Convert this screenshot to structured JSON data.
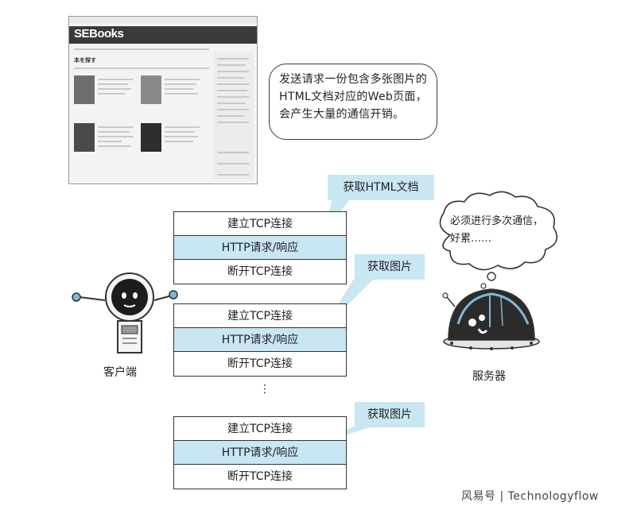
{
  "screenshot": {
    "brand": "SEBooks",
    "heading": "本を探す"
  },
  "bubble_text": "发送请求一份包含多张图片的HTML文档对应的Web页面，会产生大量的通信开销。",
  "stacks": [
    {
      "callout": "获取HTML文档",
      "rows": [
        "建立TCP连接",
        "HTTP请求/响应",
        "断开TCP连接"
      ]
    },
    {
      "callout": "获取图片",
      "rows": [
        "建立TCP连接",
        "HTTP请求/响应",
        "断开TCP连接"
      ]
    },
    {
      "callout": "获取图片",
      "rows": [
        "建立TCP连接",
        "HTTP请求/响应",
        "断开TCP连接"
      ]
    }
  ],
  "continuation_dots": "⋮",
  "client_label": "客户端",
  "server_label": "服务器",
  "server_thought": [
    "必须进行多次通信，",
    "好累……"
  ],
  "watermark": "风易号 | Technologyflow",
  "colors": {
    "highlight": "#c9e6f3",
    "line": "#333333"
  }
}
